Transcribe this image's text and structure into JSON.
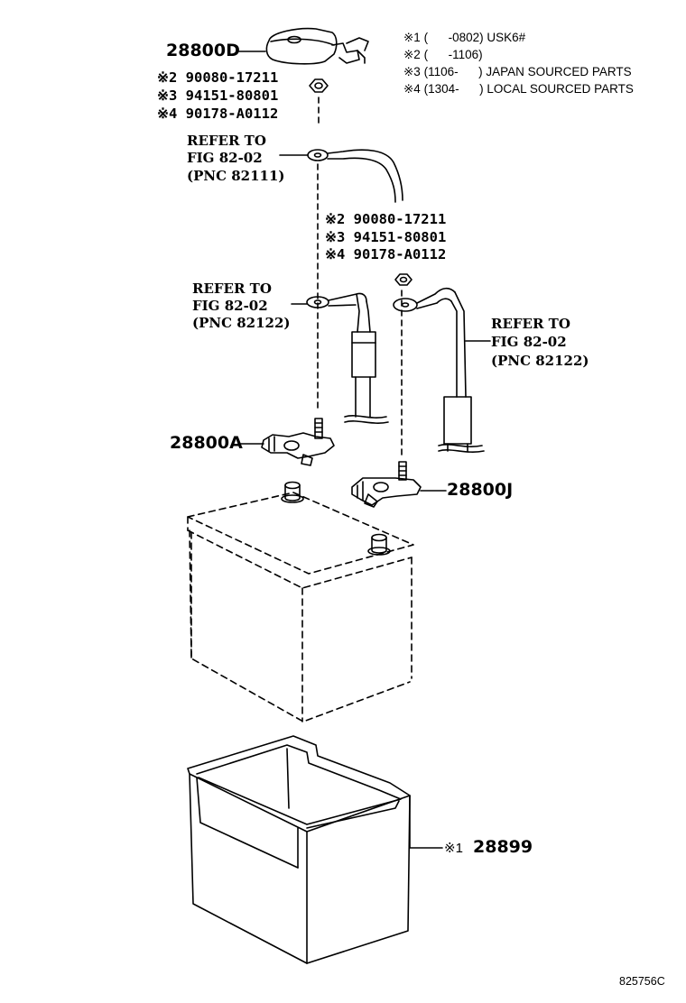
{
  "notes": [
    "※1 (      -0802) USK6#",
    "※2 (      -1106)",
    "※3 (1106-      ) JAPAN SOURCED PARTS",
    "※4 (1304-      ) LOCAL SOURCED PARTS"
  ],
  "parts": {
    "cover": "28800D",
    "terminal_neg": "28800A",
    "terminal_pos": "28800J",
    "tray": "28899",
    "tray_note": "※1"
  },
  "nut_group_top": [
    "※2 90080-17211",
    "※3 94151-80801",
    "※4 90178-A0112"
  ],
  "nut_group_mid": [
    "※2 90080-17211",
    "※3 94151-80801",
    "※4 90178-A0112"
  ],
  "refs": {
    "cable_top": [
      "REFER TO",
      "FIG 82-02",
      "(PNC 82111)"
    ],
    "cable_left": [
      "REFER TO",
      "FIG 82-02",
      "(PNC 82122)"
    ],
    "cable_right": [
      "REFER TO",
      "FIG 82-02",
      "(PNC 82122)"
    ]
  },
  "figure_id": "825756C"
}
